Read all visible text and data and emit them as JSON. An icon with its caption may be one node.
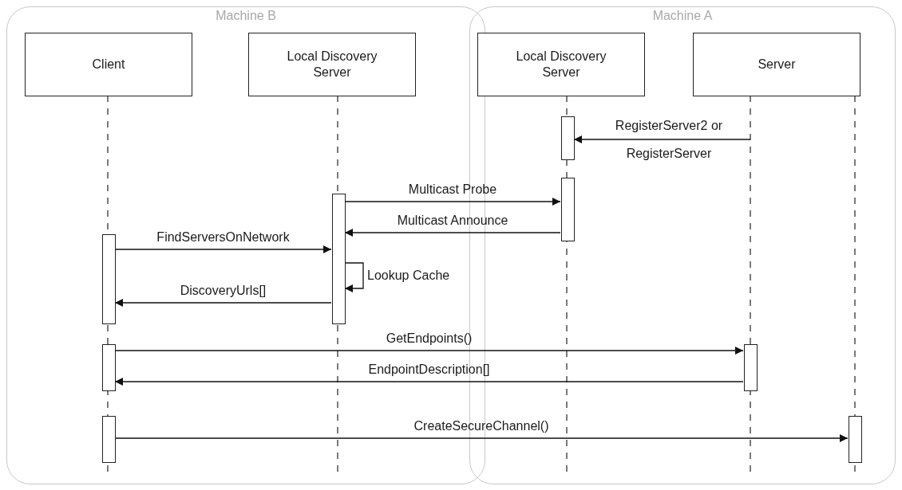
{
  "diagram": {
    "nodes": [
      {
        "text": [
          "Machine B"
        ]
      },
      {
        "text": [
          "Machine A"
        ]
      },
      {
        "text": [
          "Client"
        ],
        "in": 0
      },
      {
        "text": [
          "Local Discovery Server"
        ],
        "in": 0
      },
      {
        "text": [
          "Local Discovery Server"
        ],
        "in": 1
      },
      {
        "text": [
          "Server"
        ],
        "in": 1
      },
      {
        "text": [],
        "shape": "bar",
        "in": 1
      },
      {
        "text": [],
        "shape": "bar",
        "in": 1
      },
      {
        "text": [],
        "shape": "bar",
        "in": 0
      },
      {
        "text": [],
        "shape": "bar",
        "in": 0
      },
      {
        "text": [],
        "shape": "bar",
        "in": 0
      },
      {
        "text": [],
        "shape": "bar",
        "in": 1
      },
      {
        "text": [],
        "shape": "bar",
        "in": 0
      },
      {
        "text": [],
        "shape": "bar",
        "in": 1
      }
    ],
    "edges": [
      {
        "from": 5,
        "to": 6,
        "arrow": "to",
        "label": "RegisterServer2 or RegisterServer"
      },
      {
        "from": 8,
        "to": 7,
        "arrow": "to",
        "label": "Multicast Probe"
      },
      {
        "from": 7,
        "to": 8,
        "arrow": "to",
        "label": "Multicast Announce"
      },
      {
        "from": 9,
        "to": 8,
        "arrow": "to",
        "label": "FindServersOnNetwork"
      },
      {
        "from": 8,
        "to": 8,
        "arrow": "to",
        "label": "Lookup Cache"
      },
      {
        "from": 8,
        "to": 9,
        "arrow": "to",
        "label": "DiscoveryUrls[]"
      },
      {
        "from": 10,
        "to": 11,
        "arrow": "to",
        "label": "GetEndpoints()"
      },
      {
        "from": 11,
        "to": 10,
        "arrow": "to",
        "label": "EndpointDescription[]"
      },
      {
        "from": 12,
        "to": 13,
        "arrow": "to",
        "label": "CreateSecureChannel()"
      }
    ]
  }
}
